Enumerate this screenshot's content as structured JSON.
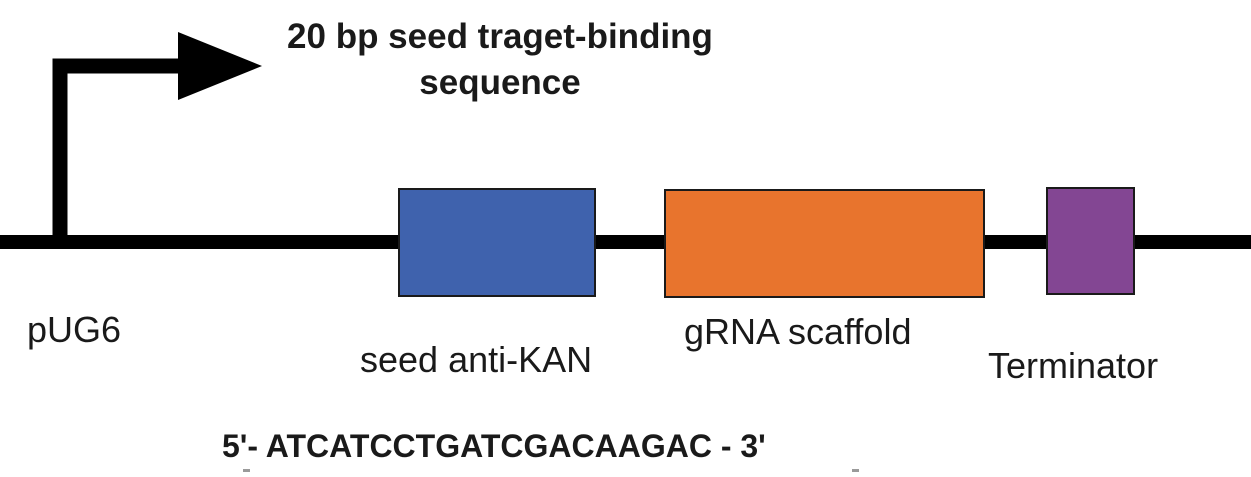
{
  "title": {
    "line1": "20 bp seed traget-binding",
    "line2": "sequence"
  },
  "parts": {
    "promoter": {
      "label": "pUG6"
    },
    "seed": {
      "label": "seed anti-KAN",
      "color": "#3f62ad"
    },
    "scaffold": {
      "label": "gRNA scaffold",
      "color": "#e8742d"
    },
    "terminator": {
      "label": "Terminator",
      "color": "#834693"
    }
  },
  "sequence": "5'- ATCATCCTGATCGACAAGAC - 3'",
  "colors": {
    "backbone": "#000000",
    "box_stroke": "#1a1a1a"
  }
}
